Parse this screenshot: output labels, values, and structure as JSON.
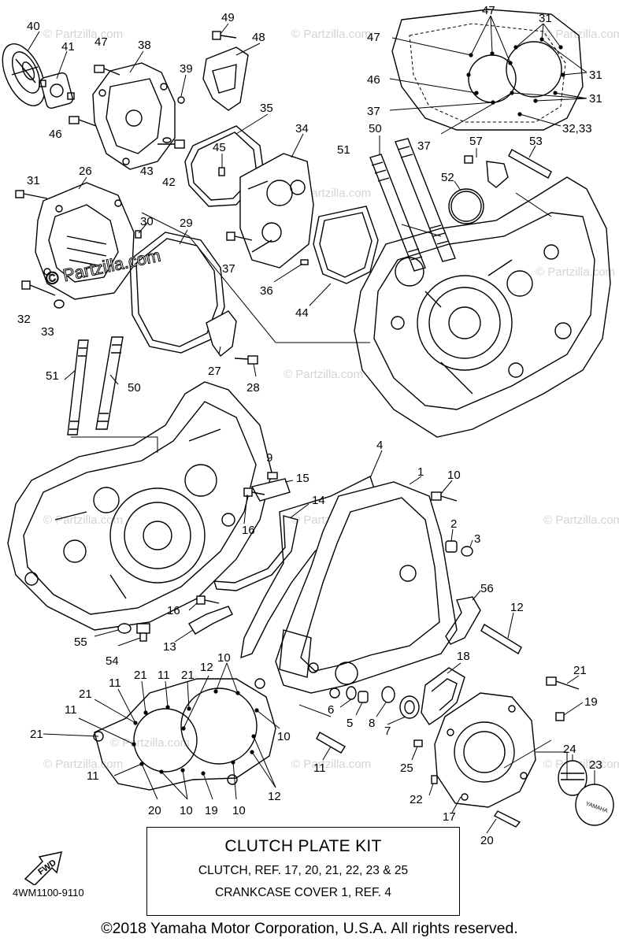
{
  "watermark": "© Partzilla.com",
  "overlay_brand": "© Partzilla.com",
  "callouts": [
    "1",
    "2",
    "3",
    "4",
    "5",
    "6",
    "7",
    "8",
    "9",
    "10",
    "11",
    "12",
    "13",
    "14",
    "15",
    "16",
    "17",
    "18",
    "19",
    "20",
    "21",
    "22",
    "23",
    "24",
    "25",
    "26",
    "27",
    "28",
    "29",
    "30",
    "31",
    "32",
    "33",
    "34",
    "35",
    "36",
    "37",
    "38",
    "39",
    "40",
    "41",
    "42",
    "43",
    "44",
    "45",
    "46",
    "47",
    "48",
    "49",
    "50",
    "51",
    "52",
    "53",
    "54",
    "55",
    "56",
    "57",
    "32,33"
  ],
  "fwd_label": "FWD",
  "emblem_text": "YAMAHA",
  "doc_code": "4WM1100-9110",
  "kit": {
    "title": "CLUTCH PLATE KIT",
    "line1": "CLUTCH, REF. 17, 20, 21, 22, 23 & 25",
    "line2": "CRANKCASE COVER 1, REF. 4"
  },
  "copyright": "©2018 Yamaha Motor Corporation, U.S.A. All rights reserved."
}
